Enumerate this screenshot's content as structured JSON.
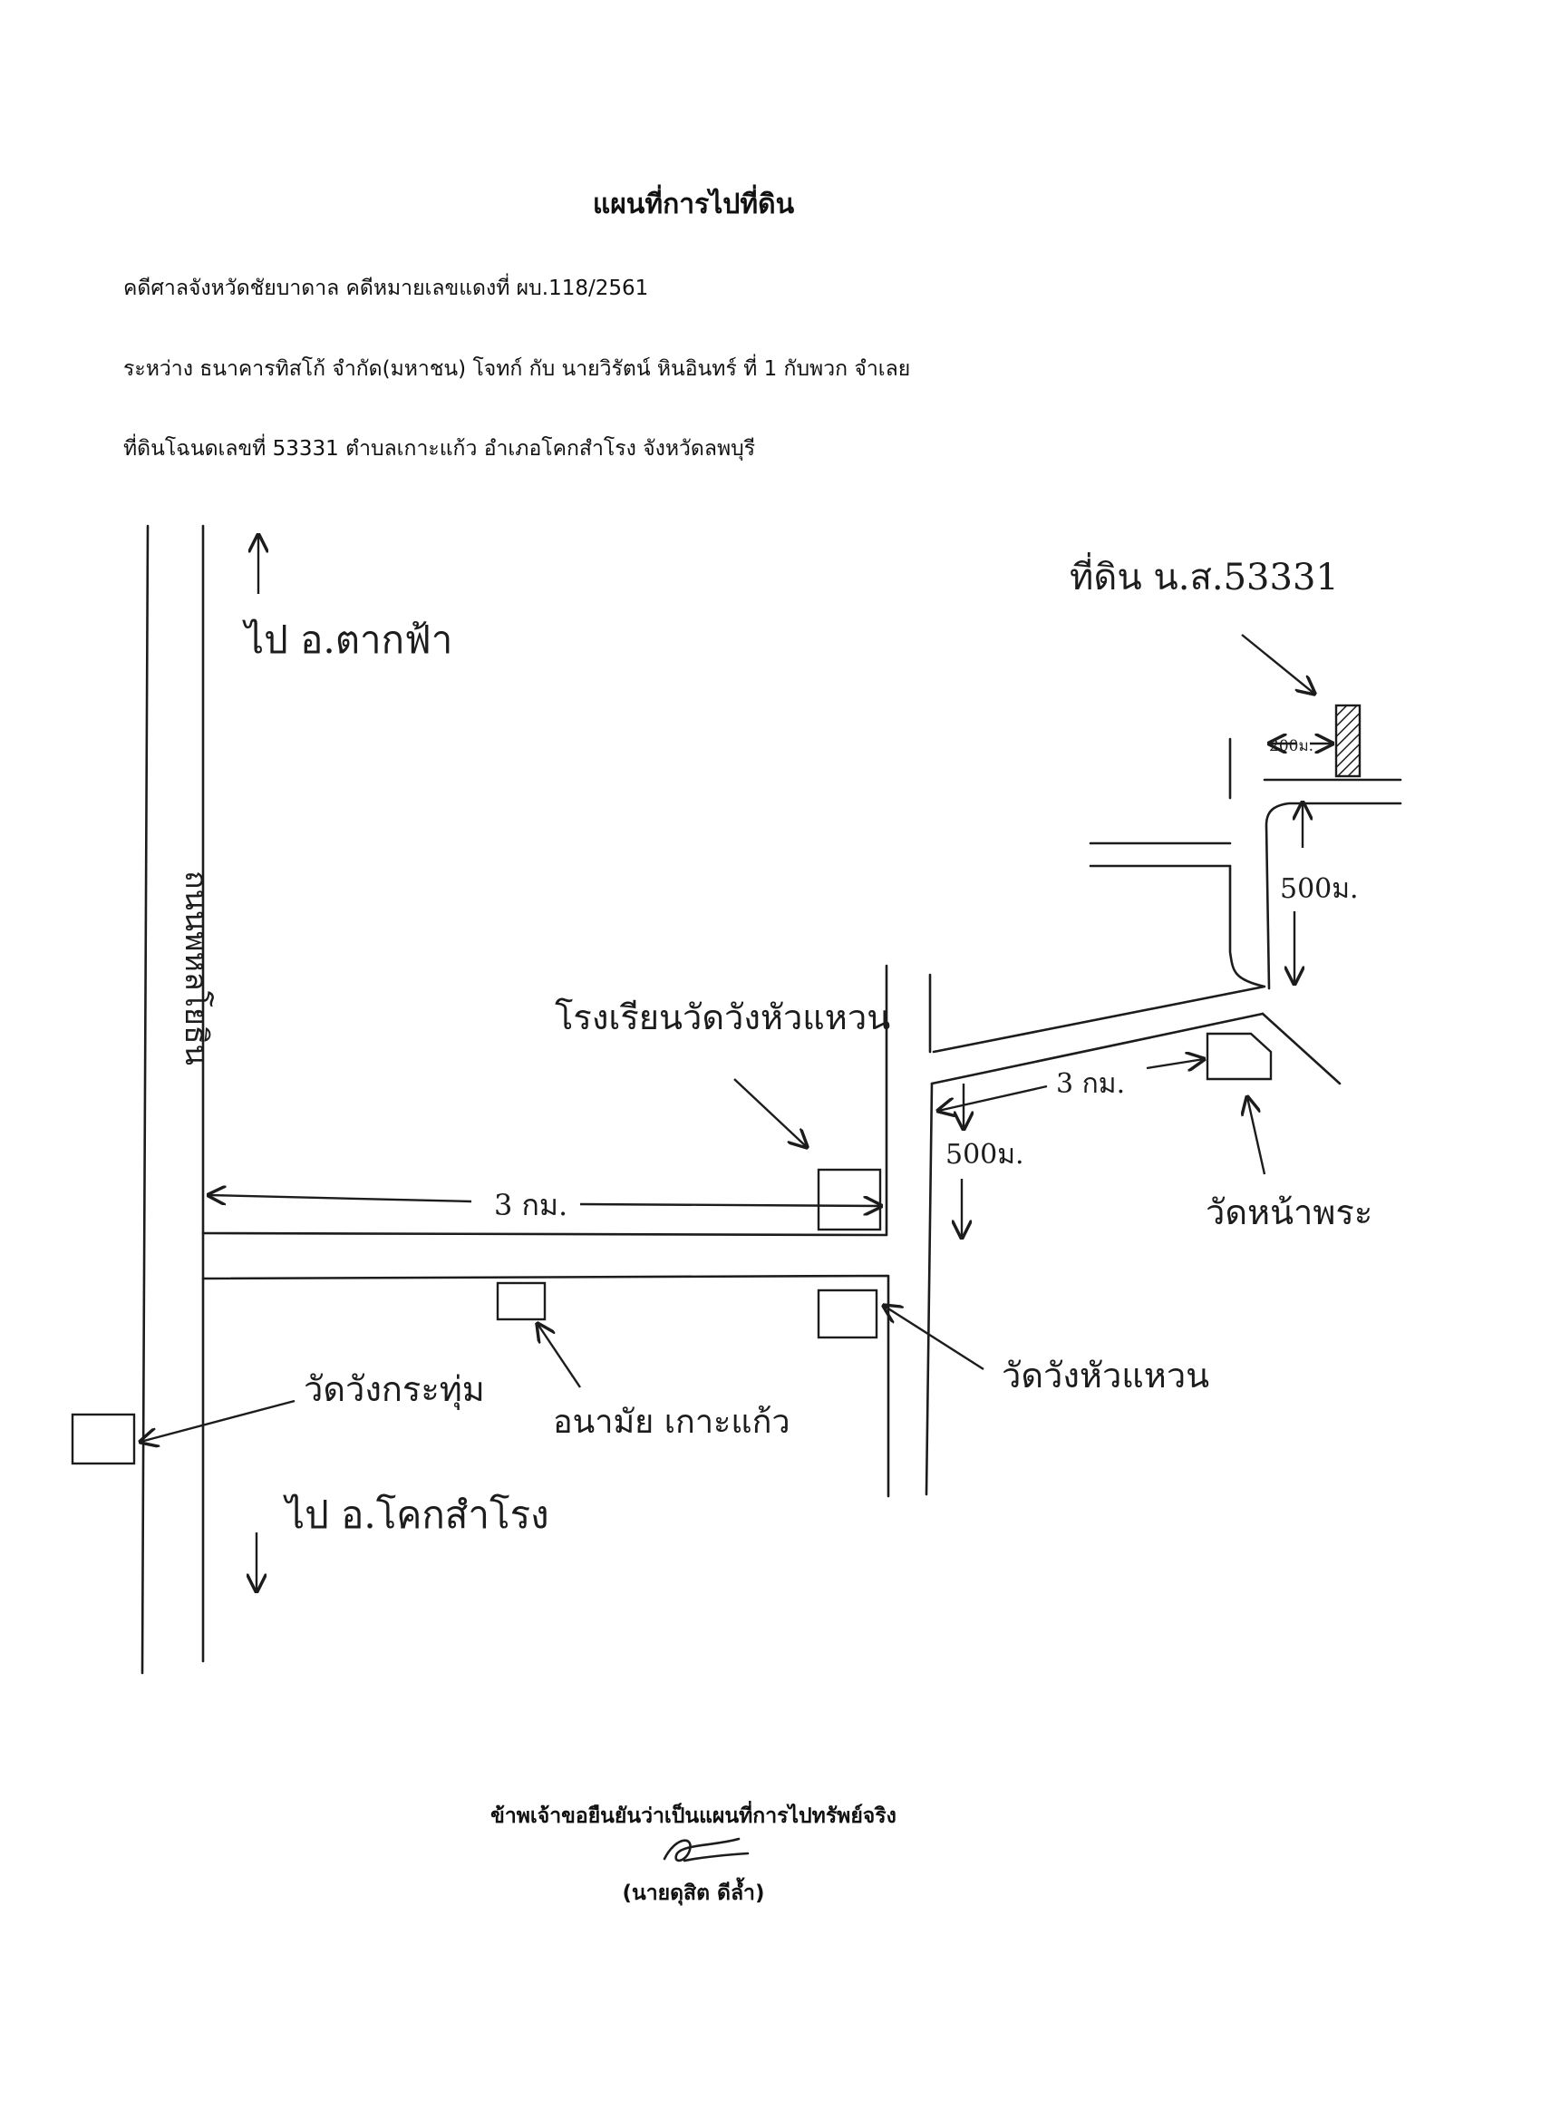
{
  "header": {
    "title": "แผนที่การไปที่ดิน",
    "case_line": "คดีศาลจังหวัดชัยบาดาล  คดีหมายเลขแดงที่ ผบ.118/2561",
    "parties_line": "ระหว่าง  ธนาคารทิสโก้ จำกัด(มหาชน)  โจทก์ กับ นายวิรัตน์  หินอินทร์  ที่ 1 กับพวก  จำเลย",
    "land_line": "ที่ดินโฉนดเลขที่  53331   ตำบลเกาะแก้ว   อำเภอโคกสำโรง    จังหวัดลพบุรี"
  },
  "map": {
    "labels": {
      "to_north": "ไป อ.ตากฟ้า",
      "road_name": "ถนนพหลโยธิน",
      "to_south": "ไป อ.โคกสำโรง",
      "school": "โรงเรียนวัดวังหัวแหวน",
      "temple_wanghuawaen": "วัดวังหัวแหวน",
      "temple_wangkrathum": "วัดวังกระทุ่ม",
      "health_station": "อนามัย เกาะแก้ว",
      "temple_naphra": "วัดหน้าพระ",
      "land_plot": "ที่ดิน น.ส.53331"
    },
    "distances": {
      "main_road_3km": "3 กม.",
      "upper_road_3km": "3 กม.",
      "south_500m": "500ม.",
      "north_500m": "500ม.",
      "to_plot_200m": "200ม."
    },
    "symbols": {
      "land_marker": "hatched-rectangle",
      "landmark": "square-outline"
    }
  },
  "footer": {
    "certification": "ข้าพเจ้าขอยืนยันว่าเป็นแผนที่การไปทรัพย์จริง",
    "signatory": "(นายดุสิต  ดีล้ำ)"
  }
}
